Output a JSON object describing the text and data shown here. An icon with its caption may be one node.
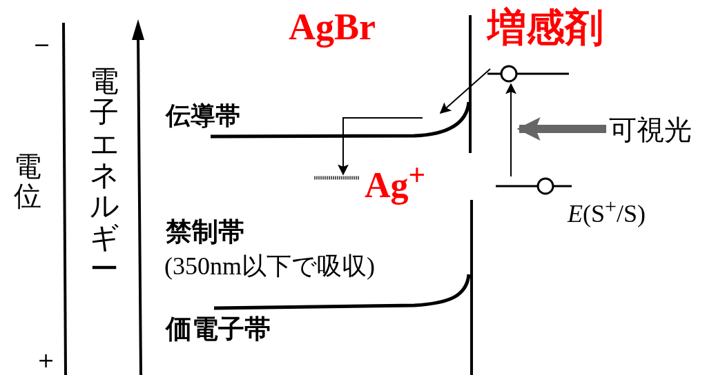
{
  "diagram": {
    "nodes": [
      {
        "text": [],
        "shape": "bar",
        "beside": [
          "伝導帯"
        ]
      },
      {
        "text": [],
        "shape": "bar",
        "beside": [
          "Ag$^{+}$"
        ]
      },
      {
        "text": [],
        "shape": "circle"
      },
      {
        "text": [],
        "shape": "circle",
        "beside": [
          "*E*(S$^{+}$/S)"
        ]
      },
      {
        "text": [
          "可視光"
        ]
      }
    ],
    "edges": [
      {
        "from": 2,
        "to": 0,
        "arrow": "to"
      },
      {
        "from": 3,
        "to": 2,
        "arrow": "to"
      },
      {
        "from": 0,
        "to": 1,
        "arrow": "to"
      },
      {
        "from": 4,
        "to": null,
        "arrow": "to",
        "style": "thick",
        "color": "#666666"
      }
    ],
    "labels": [
      "−",
      "+",
      "電位",
      "電子エネルギー",
      "AgBr",
      "増感剤",
      "禁制帯",
      "(350nm以下で吸収)",
      "価電子帯"
    ]
  }
}
